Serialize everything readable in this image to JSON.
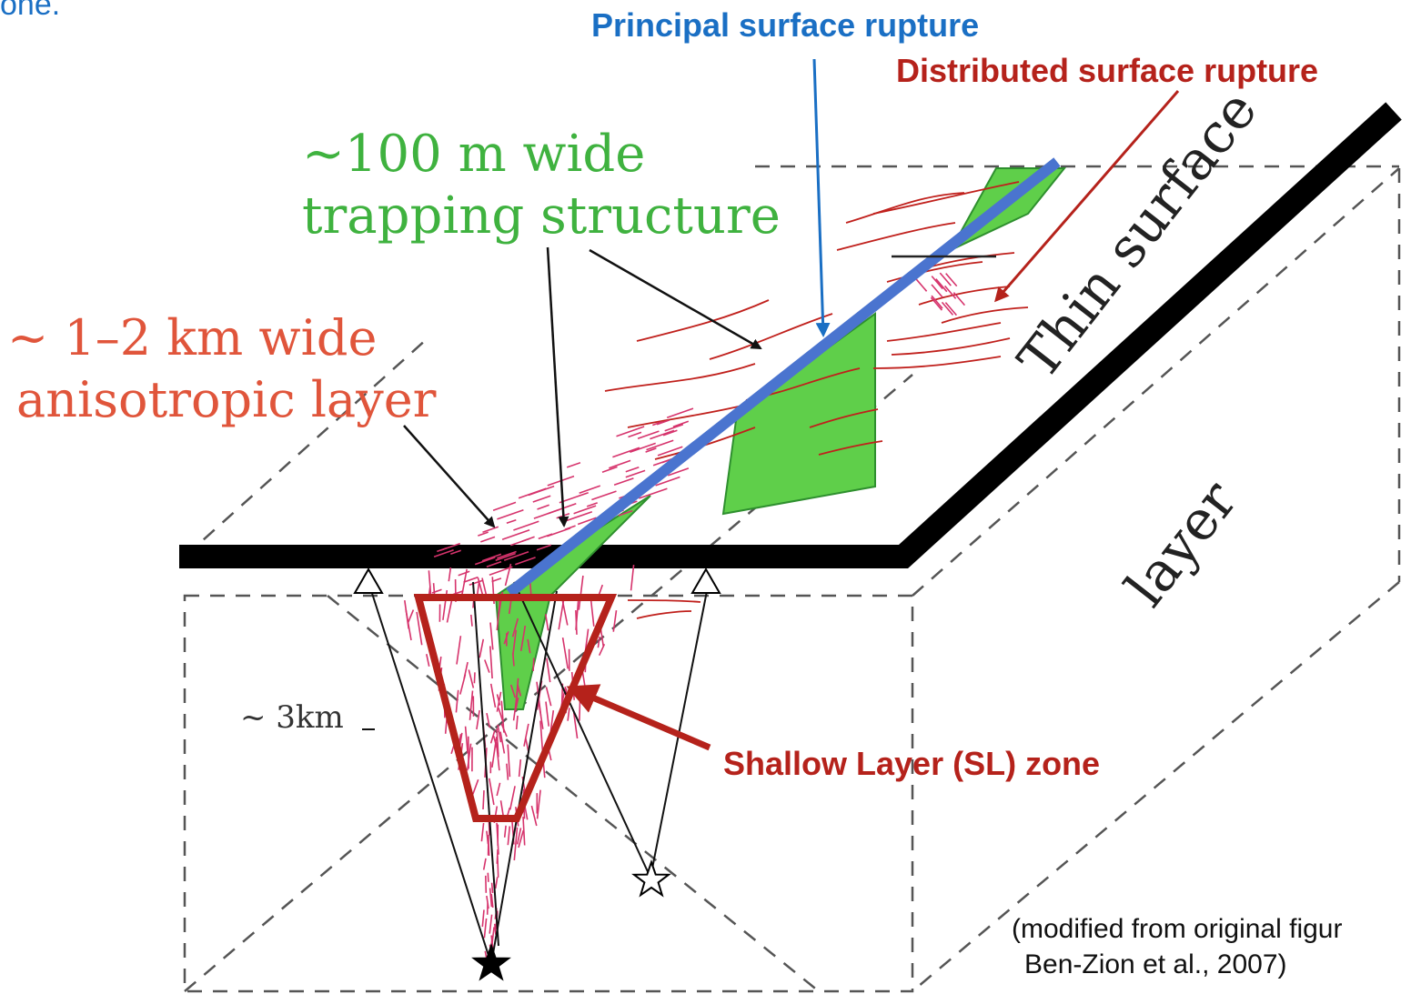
{
  "corner_text": "one.",
  "principal_surface_rupture": "Principal surface rupture",
  "distributed_surface_rupture": "Distributed surface rupture",
  "trapping_structure": {
    "line1": "~100 m wide",
    "line2": "trapping structure"
  },
  "anisotropic_layer": {
    "line1": "~ 1–2 km wide",
    "line2": "anisotropic layer"
  },
  "depth_scale": "~ 3km",
  "thin_surface_layer": {
    "line1": "Thin surface",
    "line2": "layer"
  },
  "shallow_layer_zone": "Shallow Layer (SL) zone",
  "credit": {
    "line1": "(modified from original figur",
    "line2": "Ben-Zion et al., 2007)"
  },
  "colors": {
    "principal_blue": "#1a6fc4",
    "fault_blue": "#4a74cf",
    "distributed_red": "#b5221b",
    "trapping_green": "#3fb23f",
    "fill_green": "#5fcf4a",
    "anisotropic_orange": "#e0553b",
    "crack_magenta": "#d6336c"
  },
  "icons": [
    "receiver-triangle-icon",
    "receiver-triangle-icon",
    "open-star-icon",
    "filled-star-icon"
  ]
}
